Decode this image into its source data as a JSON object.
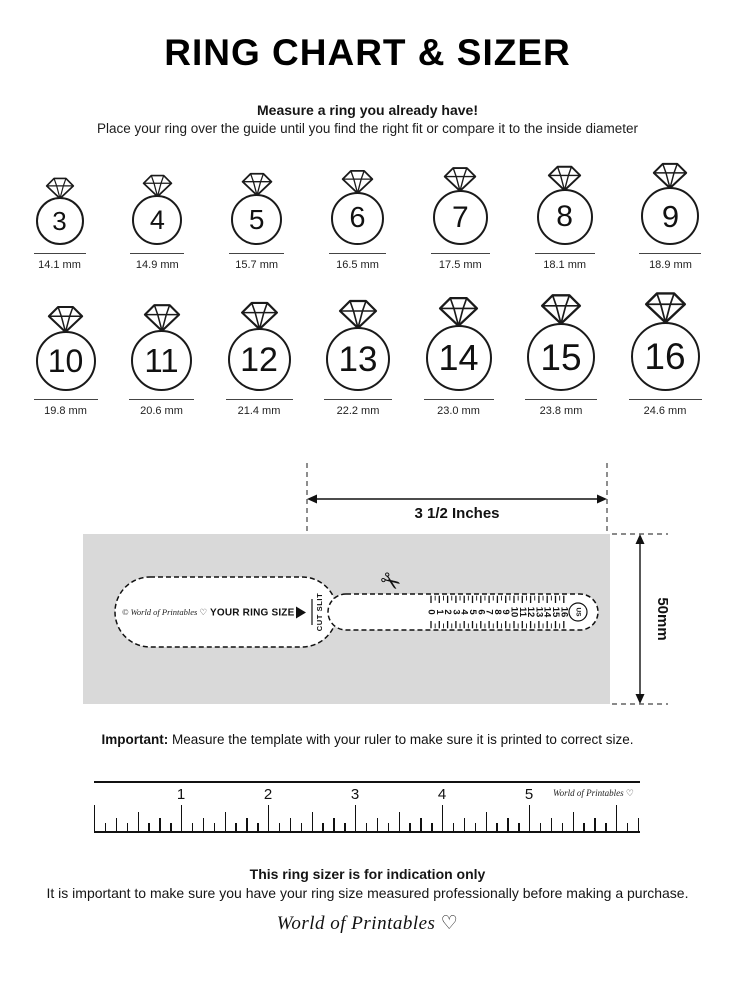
{
  "header": {
    "title": "RING CHART & SIZER",
    "subtitle_bold": "Measure a ring you already have!",
    "subtitle": "Place your ring over the guide until you find the right fit or compare it to the inside diameter"
  },
  "ring_chart": {
    "rows": [
      {
        "rings": [
          {
            "size": "3",
            "diameter": "14.1 mm"
          },
          {
            "size": "4",
            "diameter": "14.9 mm"
          },
          {
            "size": "5",
            "diameter": "15.7 mm"
          },
          {
            "size": "6",
            "diameter": "16.5 mm"
          },
          {
            "size": "7",
            "diameter": "17.5 mm"
          },
          {
            "size": "8",
            "diameter": "18.1 mm"
          },
          {
            "size": "9",
            "diameter": "18.9 mm"
          }
        ]
      },
      {
        "rings": [
          {
            "size": "10",
            "diameter": "19.8 mm"
          },
          {
            "size": "11",
            "diameter": "20.6 mm"
          },
          {
            "size": "12",
            "diameter": "21.4 mm"
          },
          {
            "size": "13",
            "diameter": "22.2 mm"
          },
          {
            "size": "14",
            "diameter": "23.0 mm"
          },
          {
            "size": "15",
            "diameter": "23.8 mm"
          },
          {
            "size": "16",
            "diameter": "24.6 mm"
          }
        ]
      }
    ]
  },
  "sizer": {
    "width_label": "3 1/2 Inches",
    "height_label": "50mm",
    "brand": "© World of Printables ♡",
    "size_label": "YOUR RING SIZE",
    "cut_slit": "CUT SLIT",
    "scale_numbers": [
      "0",
      "1",
      "2",
      "3",
      "4",
      "5",
      "6",
      "7",
      "8",
      "9",
      "10",
      "11",
      "12",
      "13",
      "14",
      "15",
      "16"
    ],
    "us_label": "US"
  },
  "icons": {
    "scissors": "✂"
  },
  "important": {
    "label": "Important:",
    "text": " Measure the template with your ruler to make sure it is printed to correct size."
  },
  "ruler": {
    "numbers": [
      "1",
      "2",
      "3",
      "4",
      "5"
    ],
    "brand": "World of Printables ♡"
  },
  "footer": {
    "bold": "This ring sizer is for indication only",
    "text": "It is important to make sure you have your ring size measured professionally before making a purchase.",
    "logo": "World of Printables ♡"
  }
}
